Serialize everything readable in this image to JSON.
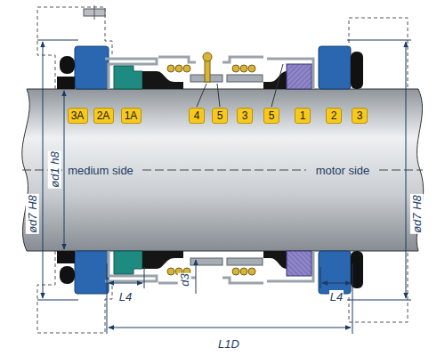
{
  "diagram": {
    "nodes": [
      {
        "text": [
          "3A"
        ]
      },
      {
        "text": [
          "2A"
        ]
      },
      {
        "text": [
          "1A"
        ]
      },
      {
        "text": [
          "4"
        ]
      },
      {
        "text": [
          "5"
        ]
      },
      {
        "text": [
          "3"
        ]
      },
      {
        "text": [
          "5"
        ]
      },
      {
        "text": [
          "1"
        ]
      },
      {
        "text": [
          "2"
        ]
      },
      {
        "text": [
          "3"
        ]
      }
    ],
    "labels": [
      "ød7 H8",
      "ød1 h8",
      "medium side",
      "motor side",
      "ød7 H8",
      "d3",
      "L4",
      "L4",
      "L1D"
    ]
  }
}
